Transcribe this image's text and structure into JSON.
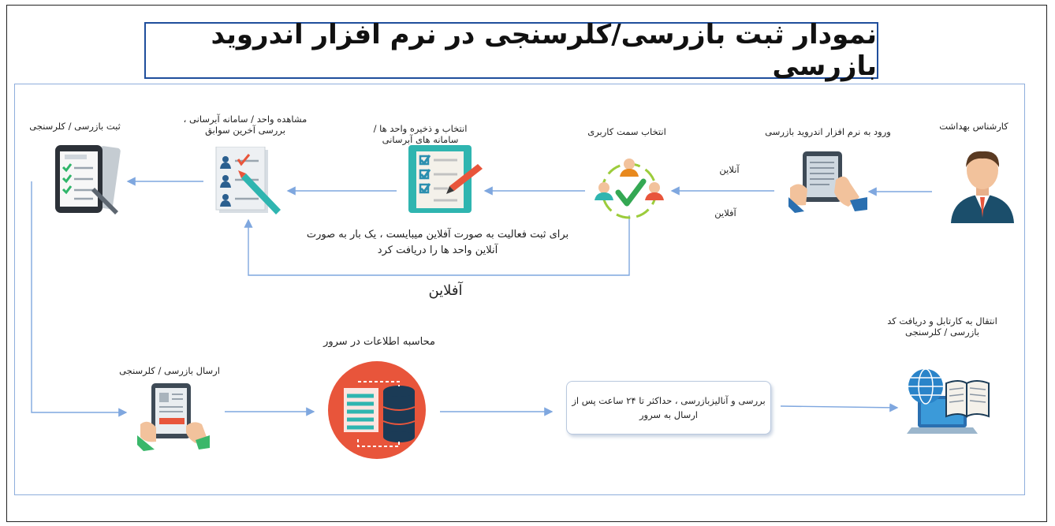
{
  "title": "نمودار ثبت بازرسی/کلرسنجی در نرم افزار اندروید بازرسی",
  "nodes": {
    "expert": "کارشناس بهداشت",
    "login": "ورود به نرم افزار اندروید بازرسی",
    "role": "انتخاب سمت کاربری",
    "select_units": "انتخاب و ذخیره واحد ها / سامانه های آبرسانی",
    "view_units": "مشاهده واحد / سامانه آبرسانی ، بررسی آخرین سوابق",
    "register": "ثبت بازرسی / کلرسنجی",
    "send": "ارسال بازرسی / کلرسنجی",
    "compute": "محاسبه اطلاعات در سرور",
    "transfer": "انتقال به کارتابل و دریافت کد بازرسی / کلرسنجی"
  },
  "edge_labels": {
    "online": "آنلاین",
    "offline": "آفلاین",
    "offline_big": "آفلاین"
  },
  "notes": {
    "offline_note": "برای ثبت فعالیت به صورت آفلاین میبایست ، یک بار به صورت آنلاین واحد ها را دریافت کرد",
    "review_box": "بررسی و آنالیزبازرسی ، حداکثر تا ۲۴ ساعت پس از ارسال به سرور"
  },
  "colors": {
    "title_border": "#1f4e9c",
    "frame_border": "#8eaedc",
    "arrow": "#7fa7df",
    "accent_red": "#e8553b",
    "accent_teal": "#2fb5b0",
    "navy": "#1b4e6b"
  },
  "icons": [
    "person-icon",
    "tablet-hand-icon",
    "users-check-icon",
    "checklist-icon",
    "profile-doc-icon",
    "phone-checklist-icon",
    "tablet-send-icon",
    "database-icon",
    "laptop-globe-book-icon"
  ]
}
